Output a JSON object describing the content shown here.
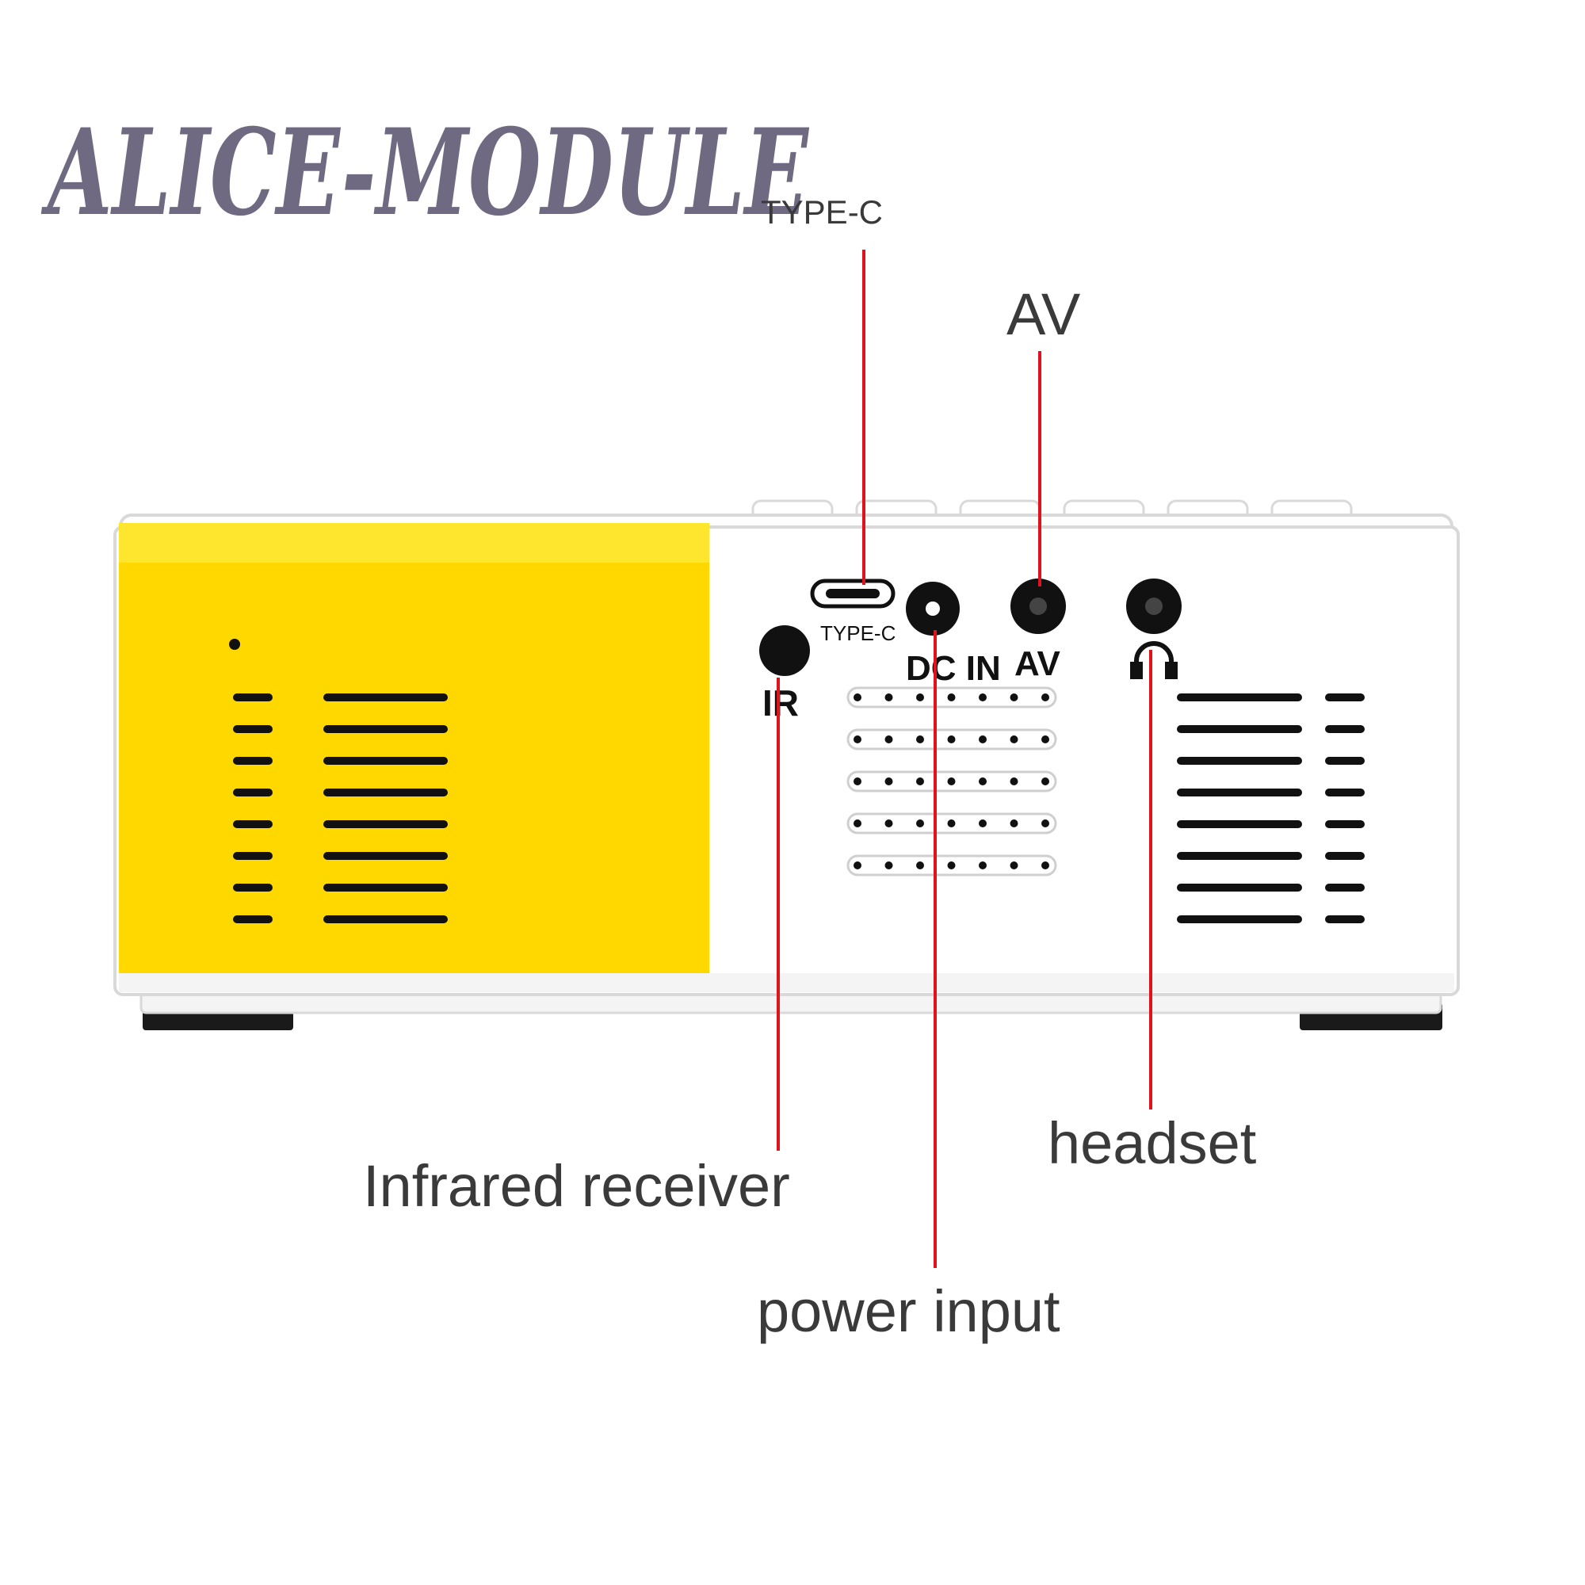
{
  "watermark": {
    "text": "ALICE-MODULE",
    "color": "#6f6a82"
  },
  "device": {
    "body_color": "#ffffff",
    "panel_color": "#ffd800",
    "panel_highlight_color": "#ffe62e",
    "outline_color": "#d9d9d9",
    "dark_color": "#111111",
    "top_button_count": 6,
    "left_vent_rows": 8,
    "right_vent_rows": 8,
    "speaker_rows": 5,
    "speaker_holes_per_row": 7,
    "printed_labels": {
      "type_c": "TYPE-C",
      "dc_in": "DC IN",
      "av": "AV",
      "ir": "IR",
      "headphone_icon": "headphone-icon"
    }
  },
  "callouts": {
    "line_color": "#e0121b",
    "text_color": "#3a3a3a",
    "type_c": "TYPE-C",
    "av": "AV",
    "infrared_receiver": "Infrared receiver",
    "power_input": "power input",
    "headset": "headset"
  }
}
